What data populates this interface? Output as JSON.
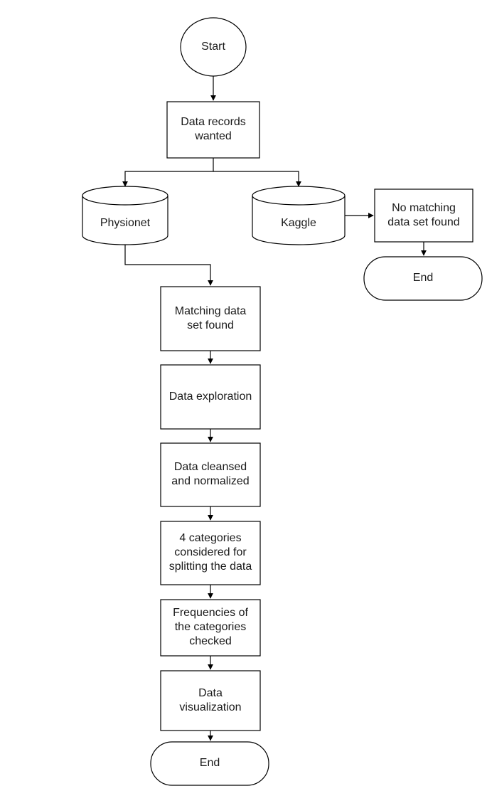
{
  "nodes": {
    "start": {
      "label": [
        "Start"
      ]
    },
    "data_records_wanted": {
      "label": [
        "Data records",
        "wanted"
      ]
    },
    "physionet": {
      "label": [
        "Physionet"
      ]
    },
    "kaggle": {
      "label": [
        "Kaggle"
      ]
    },
    "no_matching_data_set_found": {
      "label": [
        "No matching",
        "data set found"
      ]
    },
    "end_right": {
      "label": [
        "End"
      ]
    },
    "matching_data_set_found": {
      "label": [
        "Matching data",
        "set found"
      ]
    },
    "data_exploration": {
      "label": [
        "Data exploration"
      ]
    },
    "data_cleansed_and_normalized": {
      "label": [
        "Data cleansed",
        "and normalized"
      ]
    },
    "four_categories_considered": {
      "label": [
        "4 categories",
        "considered for",
        "splitting the data"
      ]
    },
    "frequencies_checked": {
      "label": [
        "Frequencies of",
        "the categories",
        "checked"
      ]
    },
    "data_visualization": {
      "label": [
        "Data",
        "visualization"
      ]
    },
    "end_bottom": {
      "label": [
        "End"
      ]
    }
  }
}
